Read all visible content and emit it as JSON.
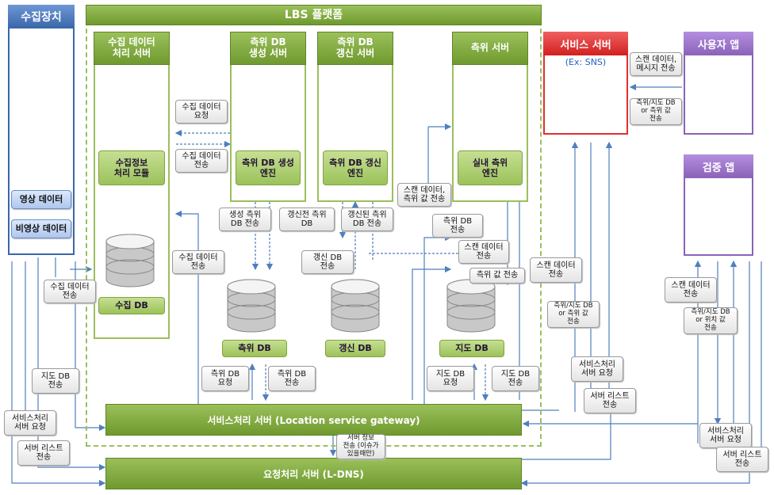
{
  "collector": {
    "title": "수집장치",
    "video": "영상 데이터",
    "nonvideo": "비영상 데이터"
  },
  "lbs": {
    "title": "LBS 플랫폼",
    "collect_server": {
      "title": "수집 데이터\n처리 서버",
      "module": "수집정보\n처리 모듈",
      "db": "수집 DB"
    },
    "gen_server": {
      "title": "측위 DB\n생성 서버",
      "engine": "측위 DB 생성\n엔진"
    },
    "update_server": {
      "title": "측위 DB\n갱신 서버",
      "engine": "측위 DB 갱신\n엔진"
    },
    "pos_server": {
      "title": "측위 서버",
      "engine": "실내 측위\n엔진"
    },
    "dbs": {
      "pos": "측위 DB",
      "update": "갱신 DB",
      "map": "지도 DB"
    }
  },
  "service_server": {
    "title": "서비스 서버",
    "subtitle": "(Ex: SNS)"
  },
  "user_app": {
    "title": "사용자 앱"
  },
  "verify_app": {
    "title": "검증 앱"
  },
  "gateway": "서비스처리 서버 (Location service gateway)",
  "ldns": "요청처리 서버 (L-DNS)",
  "labels": {
    "req_collect": "수집 데이터\n요청",
    "send_collect1": "수집 데이터\n전송",
    "send_collect2": "수집 데이터\n전송",
    "send_collect3": "수집 데이터\n전송",
    "send_gen_db": "생성 측위\nDB 전송",
    "pre_update_db": "갱신전 측위\nDB",
    "post_update_db": "갱신된 측위\nDB 전송",
    "update_db_send": "갱신 DB\n전송",
    "scan_pos_send": "스캔 데이터,\n측위 값 전송",
    "pos_db_send": "측위 DB\n전송",
    "scan_send": "스캔 데이터\n전송",
    "pos_val_send": "측위 값 전송",
    "pos_db_req": "측위 DB\n요청",
    "pos_db_send2": "측위 DB\n전송",
    "map_db_req": "지도 DB\n요청",
    "map_db_send": "지도 DB\n전송",
    "map_db_send_left": "지도 DB\n전송",
    "svc_req_left": "서비스처리\n서버 요청",
    "svr_list_left": "서버 리스트\n전송",
    "svr_info": "서버 정보\n전송 (이슈가\n있을때만)",
    "scan_msg": "스캔 데이터,\n메시지 전송",
    "pos_map_val": "측위/지도 DB\nor 측위 값\n전송",
    "scan_mid": "스캔 데이터\n전송",
    "pos_map_mid": "측위/지도 DB\nor 측위 값\n전송",
    "svc_req_mid": "서비스처리\n서버 요청",
    "svr_list_mid": "서버 리스트\n전송",
    "scan_right": "스캔 데이터\n전송",
    "pos_map_right": "측위/지도 DB\nor 위치 값\n전송",
    "svc_req_right": "서비스처리\n서버 요청",
    "svr_list_right": "서버 리스트\n전송"
  },
  "colors": {
    "green": "#7ea53b",
    "blue_frame": "#3a66a8",
    "red_frame": "#e03030",
    "purple_frame": "#8a63b8",
    "arrow": "#4f7fbf"
  }
}
